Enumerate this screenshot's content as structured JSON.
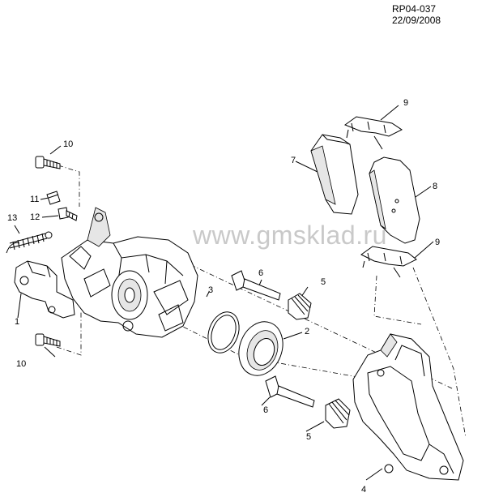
{
  "reference": "RP04-037 22/09/2008",
  "watermark": "www.gmsklad.ru",
  "callouts": [
    "1",
    "2",
    "3",
    "4",
    "5",
    "5",
    "6",
    "6",
    "7",
    "8",
    "9",
    "9",
    "10",
    "10",
    "11",
    "12",
    "13"
  ],
  "colors": {
    "line": "#000000",
    "watermark": "#c9c9c9",
    "background": "#ffffff"
  }
}
